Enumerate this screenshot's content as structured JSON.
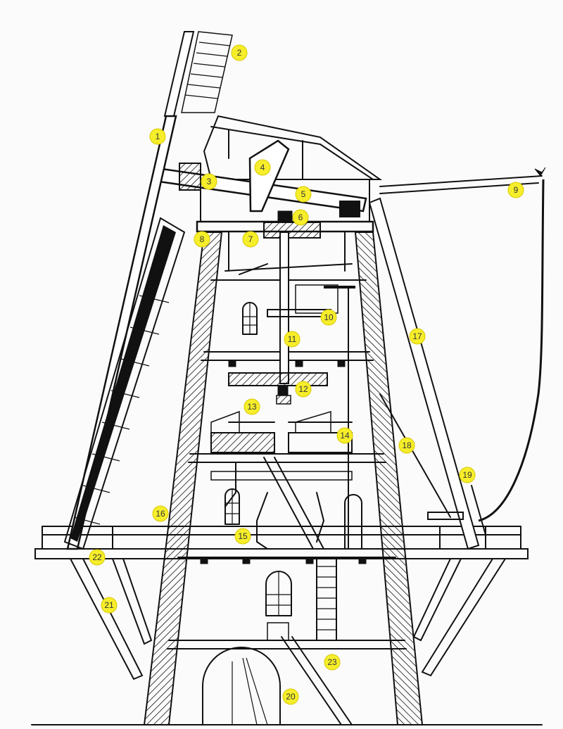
{
  "labels": [
    "1",
    "2",
    "3",
    "4",
    "5",
    "6",
    "7",
    "8",
    "9",
    "10",
    "11",
    "12",
    "13",
    "14",
    "15",
    "16",
    "17",
    "18",
    "19",
    "20",
    "21",
    "22",
    "23"
  ],
  "colors": {
    "ink": "#111111",
    "badge": "#f6ee2a",
    "paper": "#fbfbfb"
  }
}
